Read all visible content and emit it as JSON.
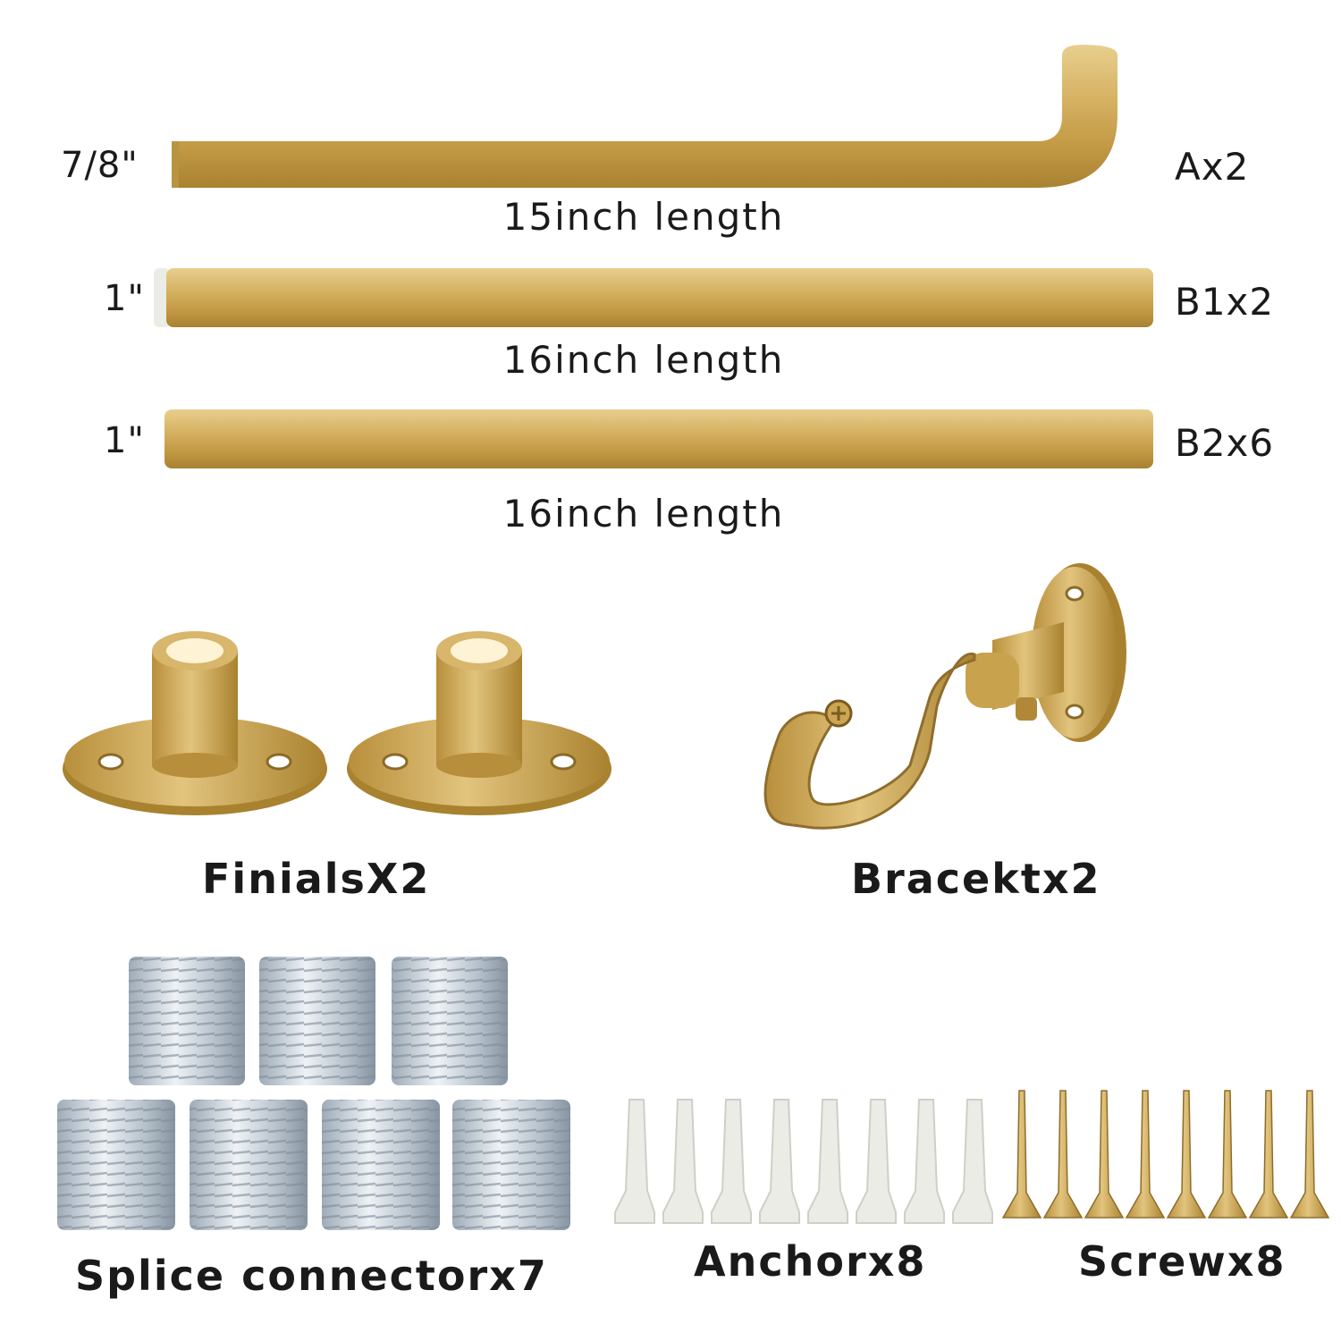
{
  "rods": [
    {
      "diameter": "7/8\"",
      "code": "Ax2",
      "length": "15inch length"
    },
    {
      "diameter": "1\"",
      "code": "B1x2",
      "length": "16inch length"
    },
    {
      "diameter": "1\"",
      "code": "B2x6",
      "length": "16inch length"
    }
  ],
  "parts": {
    "finials": "FinialsX2",
    "bracket": "Bracektx2",
    "splice": "Splice connectorx7",
    "anchor": "Anchorx8",
    "screw": "Screwx8"
  },
  "colors": {
    "gold": "#c9a24e",
    "gold_light": "#e6c981",
    "gold_dark": "#9a7a33",
    "steel": "#b8c4cf",
    "plastic": "#ecece6"
  }
}
